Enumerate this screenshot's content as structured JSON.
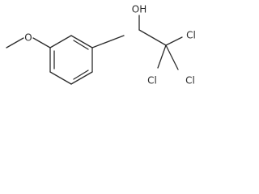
{
  "structure": {
    "atoms": {
      "oxygen_methoxy": "O",
      "hydroxyl": "OH",
      "chlorine_top": "Cl",
      "chlorine_left": "Cl",
      "chlorine_right": "Cl"
    }
  }
}
